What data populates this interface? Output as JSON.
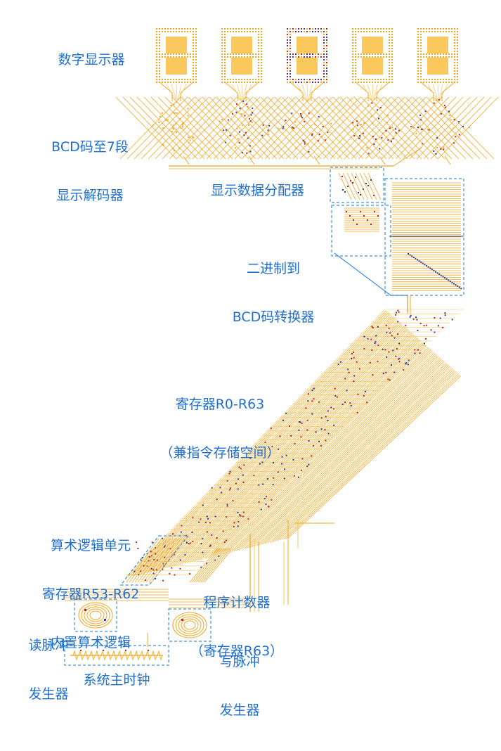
{
  "diagram": {
    "digit_count": 5,
    "labels": {
      "digital_display": "数字显示器",
      "bcd_decoder_line1": "BCD码至7段",
      "bcd_decoder_line2": "显示解码器",
      "display_distributor": "显示数据分配器",
      "bin_to_bcd_line1": "二进制到",
      "bin_to_bcd_line2": "BCD码转换器",
      "registers_line1": "寄存器R0-R63",
      "registers_line2": "（兼指令存储空间）",
      "alu_line1": "算术逻辑单元",
      "alu_line2": "寄存器R53-R62",
      "alu_line3": "内置算术逻辑",
      "pc_line1": "程序计数器",
      "pc_line2": "（寄存器R63）",
      "read_pulse_line1": "读脉冲",
      "read_pulse_line2": "发生器",
      "write_pulse_line1": "写脉冲",
      "write_pulse_line2": "发生器",
      "main_clock": "系统主时钟"
    },
    "colors": {
      "label": "#1f6fd1",
      "wire": "#f2a51f",
      "wire_light": "#f7c65a",
      "segment_fill": "#f9c24a",
      "signal_red": "#b7252f",
      "signal_blue": "#2b3d9a",
      "box_dash": "#3d8fe0"
    }
  }
}
